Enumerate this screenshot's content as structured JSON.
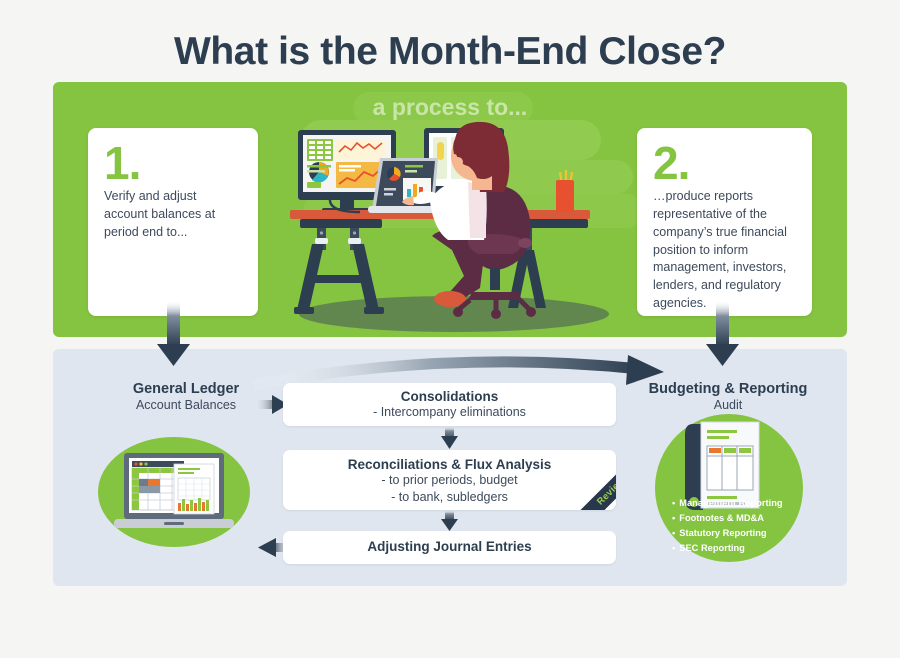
{
  "title": "What is the Month-End Close?",
  "green_panel": {
    "heading": "a process to...",
    "card1": {
      "number": "1.",
      "text": "Verify and adjust account balances at period end to..."
    },
    "card2": {
      "number": "2.",
      "text": "…produce reports representative of the company’s true financial position to inform management, investors, lenders, and regulatory agencies."
    }
  },
  "bottom_panel": {
    "left": {
      "heading": "General Ledger",
      "sub": "Account Balances"
    },
    "right": {
      "heading": "Budgeting & Reporting",
      "sub": "Audit"
    },
    "boxes": [
      {
        "title": "Consolidations",
        "sub": "- Intercompany eliminations",
        "sub2": ""
      },
      {
        "title": "Reconciliations & Flux Analysis",
        "sub": "- to prior periods, budget",
        "sub2": "- to bank, subledgers"
      },
      {
        "title": "Adjusting Journal Entries",
        "sub": "",
        "sub2": ""
      }
    ],
    "ribbon": "Review Notes",
    "bullets": [
      "Management Reporting",
      "Footnotes & MD&A",
      "Statutory Reporting",
      "SEC Reporting"
    ]
  },
  "colors": {
    "green": "#85c440",
    "navy": "#2c3e50",
    "panel_blue": "#dfe6f0",
    "background": "#f5f5f3",
    "ribbon_text": "#9ccb4e"
  }
}
